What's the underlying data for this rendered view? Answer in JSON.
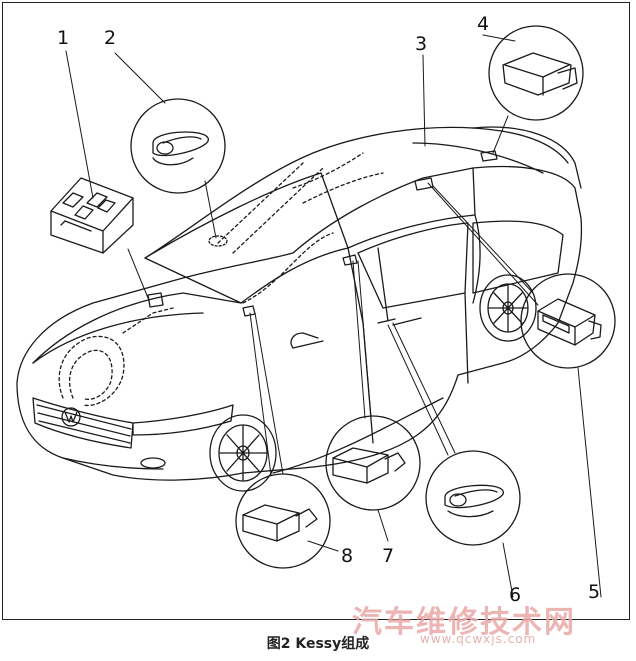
{
  "labels": {
    "n1": "1",
    "n2": "2",
    "n3": "3",
    "n4": "4",
    "n5": "5",
    "n6": "6",
    "n7": "7",
    "n8": "8"
  },
  "caption": "图2 Kessy组成",
  "watermark": {
    "text": "汽车维修技术网",
    "url": "www.qcwxjs.com",
    "color": "#e9a8a6"
  },
  "colors": {
    "line": "#1a1a1a",
    "background": "#ffffff"
  }
}
